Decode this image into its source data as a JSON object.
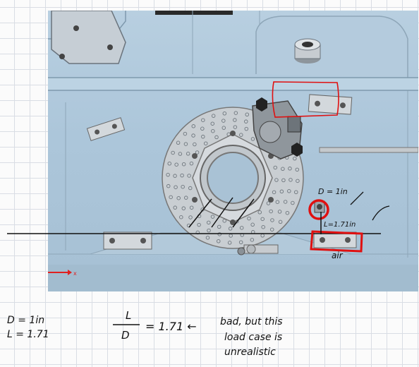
{
  "viewport": {
    "background": "#acc6da",
    "axis_label": "x",
    "axis_color": "#e02020"
  },
  "markup_colors": {
    "pen": "#111111",
    "highlight": "#e01010"
  },
  "annotations": {
    "d_label": "D = 1in",
    "l_label": "L=1.71in",
    "air_label": "air"
  },
  "notes": {
    "left_line1": "D = 1in",
    "left_line2": "L = 1.71",
    "frac_top": "L",
    "frac_bottom": "D",
    "equals_value": "= 1.71 ←",
    "remark_1": "bad, but this",
    "remark_2": "load case is",
    "remark_3": "unrealistic"
  }
}
